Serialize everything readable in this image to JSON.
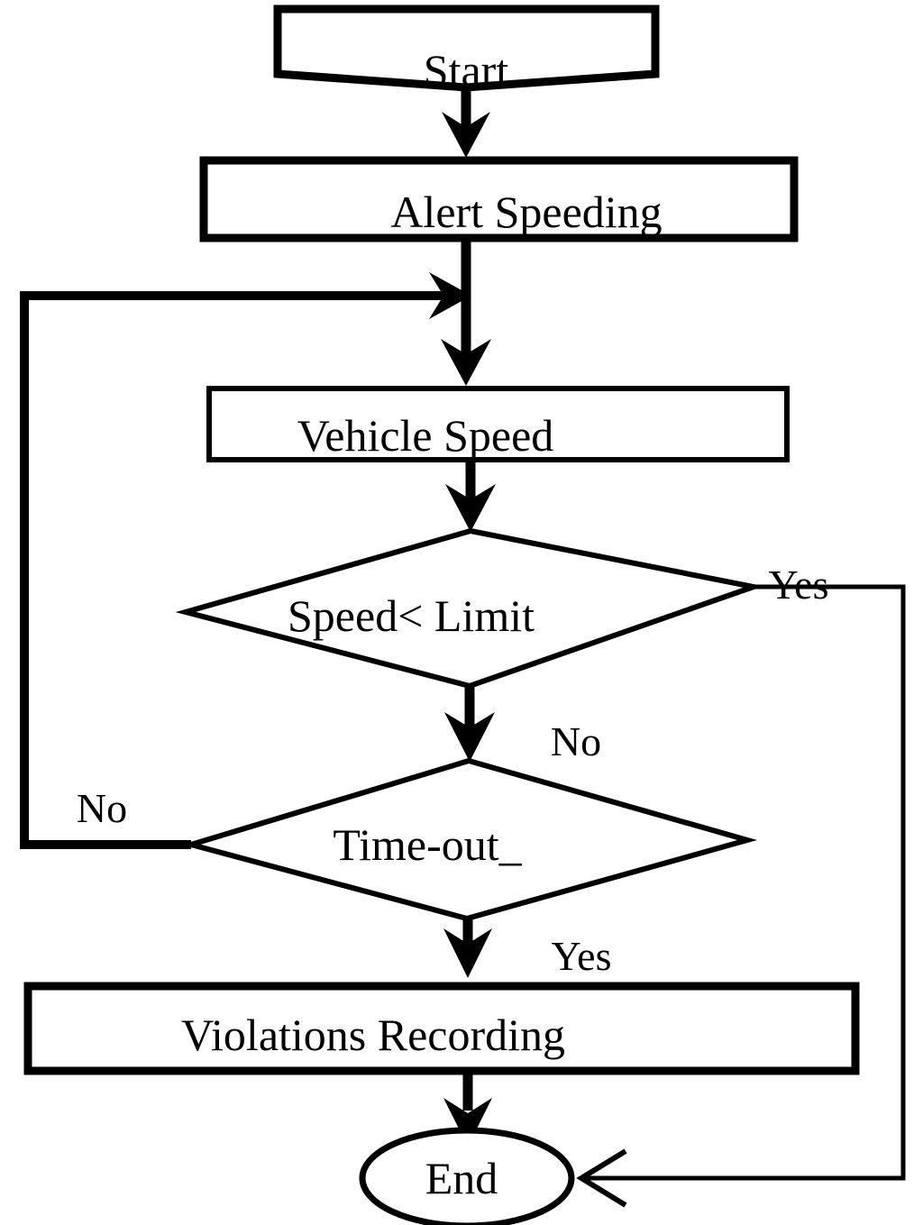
{
  "diagram": {
    "type": "flowchart",
    "title": "Speed violation detection flowchart",
    "colors": {
      "background": "#ffffff",
      "stroke": "#000000",
      "fill": "#ffffff"
    },
    "nodes": [
      {
        "id": "start",
        "shape": "start-banner",
        "label": "Start"
      },
      {
        "id": "alert",
        "shape": "rectangle",
        "label": "Alert Speeding"
      },
      {
        "id": "speed",
        "shape": "rectangle",
        "label": "Vehicle Speed"
      },
      {
        "id": "speedCheck",
        "shape": "diamond",
        "label": "Speed< Limit"
      },
      {
        "id": "timeout",
        "shape": "diamond",
        "label": "Time-out_"
      },
      {
        "id": "violations",
        "shape": "rectangle",
        "label": "Violations Recording"
      },
      {
        "id": "end",
        "shape": "ellipse",
        "label": "End"
      }
    ],
    "edges": [
      {
        "id": "e1",
        "from": "start",
        "to": "alert",
        "label": ""
      },
      {
        "id": "e2",
        "from": "alert",
        "to": "speed",
        "label": ""
      },
      {
        "id": "e3",
        "from": "speed",
        "to": "speedCheck",
        "label": ""
      },
      {
        "id": "e4",
        "from": "speedCheck",
        "to": "end",
        "label": "Yes"
      },
      {
        "id": "e5",
        "from": "speedCheck",
        "to": "timeout",
        "label": "No"
      },
      {
        "id": "e6",
        "from": "timeout",
        "to": "alert",
        "label": "No"
      },
      {
        "id": "e7",
        "from": "timeout",
        "to": "violations",
        "label": "Yes"
      },
      {
        "id": "e8",
        "from": "violations",
        "to": "end",
        "label": ""
      }
    ],
    "edge_labels": {
      "speed_check_yes": "Yes",
      "speed_check_no": "No",
      "timeout_no": "No",
      "timeout_yes": "Yes"
    }
  }
}
